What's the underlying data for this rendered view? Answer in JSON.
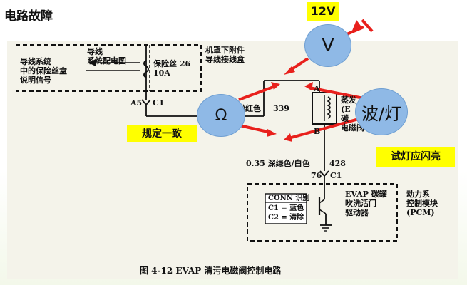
{
  "page": {
    "title": "电路故障"
  },
  "diagram": {
    "box_top": {
      "left_text": [
        "导线系统",
        "中的保险丝盒",
        "说明信号"
      ],
      "mid_text": [
        "导线",
        "系统配电图"
      ],
      "fuse_label": "保险丝 26",
      "fuse_rating": "10A",
      "right_text": [
        "机罩下附件",
        "导线接线盒"
      ]
    },
    "connector_top": {
      "left": "A5",
      "right": "C1"
    },
    "wire_upper": {
      "color_label": "粉红色",
      "number": "339"
    },
    "solenoid": {
      "pin_a": "A",
      "pin_b": "B",
      "text": [
        "蒸发",
        "(E",
        "碳",
        "电磁阀"
      ]
    },
    "wire_lower": {
      "color_label": "0.35 深绿色/白色",
      "number": "428"
    },
    "connector_bottom": {
      "left": "76",
      "right": "C1"
    },
    "box_bottom": {
      "conn_header": "CONN 识别",
      "conn_rows": [
        "C1 = 蓝色",
        "C2 = 清除"
      ],
      "driver_text": [
        "EVAP 碳罐",
        "吹洗活门",
        "驱动器"
      ],
      "module_text": [
        "动力系",
        "控制模块",
        "(PCM)"
      ]
    },
    "caption": "图 4-12    EVAP 清污电磁阀控制电路"
  },
  "overlays": {
    "voltage_label": "12V",
    "voltmeter_symbol": "V",
    "ohmmeter_symbol": "Ω",
    "scope_label": "波/灯",
    "note_ohm": "规定一致",
    "note_testlight": "试灯应闪亮",
    "arrow_color": "#e8201c",
    "bubble_color": "#8fb9e6",
    "callout_color": "#ffff00"
  }
}
